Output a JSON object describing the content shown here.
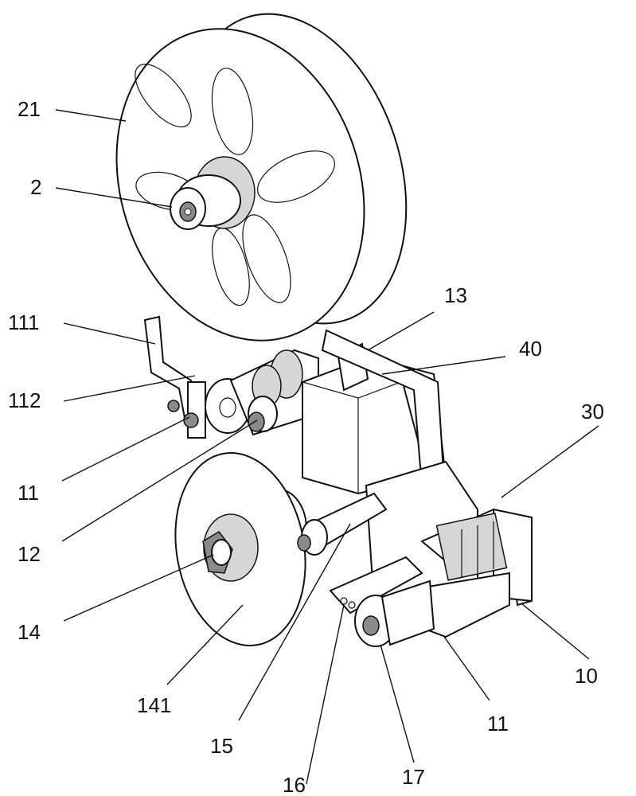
{
  "labels": {
    "l21": "21",
    "l2": "2",
    "l13": "13",
    "l40": "40",
    "l111": "111",
    "l112": "112",
    "l30": "30",
    "l11a": "11",
    "l12": "12",
    "l14": "14",
    "l141": "141",
    "l10": "10",
    "l11b": "11",
    "l15": "15",
    "l16": "16",
    "l17": "17"
  }
}
